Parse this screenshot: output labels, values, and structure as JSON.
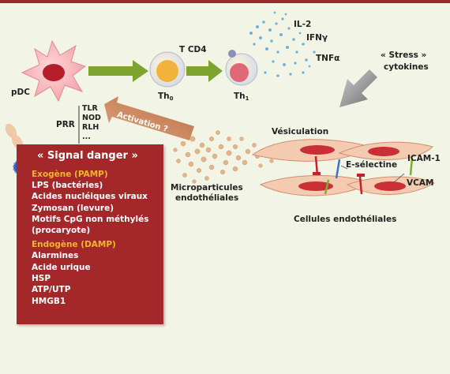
{
  "labels": {
    "pdc": "pDC",
    "tcd4": "T CD4",
    "th0_main": "Th",
    "th0_sub": "0",
    "th1_main": "Th",
    "th1_sub": "1",
    "il2": "IL-2",
    "ifng": "IFNγ",
    "tnfa": "TNFα",
    "stress_line1": "« Stress »",
    "stress_line2": "cytokines",
    "prr": "PRR",
    "activation": "Activation ?",
    "vesiculation": "Vésiculation",
    "eselectine": "E-sélectine",
    "icam": "ICAM-1",
    "vcam": "VCAM",
    "microparticules_line1": "Microparticules",
    "microparticules_line2": "endothéliales",
    "cellules": "Cellules endothéliales"
  },
  "receptors": [
    "TLR",
    "NOD",
    "RLH",
    "..."
  ],
  "danger_signal": {
    "title": "« Signal danger »",
    "exogenous_heading": "Exogène (PAMP)",
    "exogenous_items": [
      "LPS (bactéries)",
      "Acides nucléiques viraux",
      "Zymosan (levure)",
      "Motifs CpG non méthylés",
      "(procaryote)"
    ],
    "endogenous_heading": "Endogène (DAMP)",
    "endogenous_items": [
      "Alarmines",
      "Acide urique",
      "HSP",
      "ATP/UTP",
      "HMGB1"
    ]
  },
  "colors": {
    "background": "#f2f5e6",
    "danger_box": "#a4282a",
    "heading_yellow": "#f4b52c",
    "arrow_green": "#7ea32f",
    "top_bar": "#9b2a2a"
  }
}
